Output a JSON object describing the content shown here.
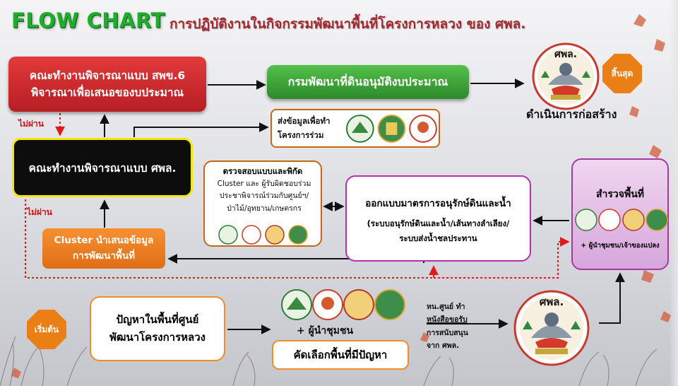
{
  "title": {
    "main": "FLOW CHART",
    "sub": "การปฏิบัติงานในกิจกรรมพัฒนาพื้นที่โครงการหลวง ของ ศพล."
  },
  "boxes": {
    "design_committee_top_line1": "คณะทำงานพิจารณาแบบ สพข.6",
    "design_committee_top_line2": "พิจารณาเพื่อเสนอของบประมาณ",
    "ldd_budget": "กรมพัฒนาที่ดินอนุมัติงบประมาณ",
    "design_committee_center": "คณะทำงานพิจารณาแบบ ศพล.",
    "send_data_line1": "ส่งข้อมูลเพื่อทำ",
    "send_data_line2": "โครงการร่วม",
    "cluster_present_line1": "Cluster นำเสนอข้อมูล",
    "cluster_present_line2": "การพัฒนาพื้นที่",
    "check_title": "ตรวจสอบแบบและพิกัด",
    "check_body_line1": "Cluster และ ผู้รับผิดชอบร่วม",
    "check_body_line2": "ประชาพิจารณ์ร่วมกับศูนย์ฯ/",
    "check_body_line3": "ป่าไม้/อุทยาน/เกษตรกร",
    "design_title": "ออกแบบมาตรการอนุรักษ์ดินและน้ำ",
    "design_body_line1": "(ระบบอนุรักษ์ดินและน้ำ/เส้นทางลำเลียง/",
    "design_body_line2": "ระบบส่งน้ำชลประทาน",
    "survey_title": "สำรวจพื้นที่",
    "survey_sub": "+ ผู้นำชุมชน/เจ้าของแปลง",
    "problem_line1": "ปัญหาในพื้นที่ศูนย์",
    "problem_line2": "พัฒนาโครงการหลวง",
    "select_area": "คัดเลือกพื้นที่มีปัญหา",
    "community_plus": "+ ผู้นำชุมชน"
  },
  "labels": {
    "end": "สิ้นสุด",
    "start": "เริ่มต้น",
    "construct": "ดำเนินการก่อสร้าง",
    "not_pass_1": "ไม่ผ่าน",
    "not_pass_2": "ไม่ผ่าน",
    "doc_line1": "หน.ศูนย์ ทำ",
    "doc_line2": "หนังสือขอรับ",
    "doc_line3": "การสนับสนุน",
    "doc_line4": "จาก ศพล."
  },
  "logo_text": {
    "spl": "ศพล."
  },
  "colors": {
    "title_green": "#1fae2c",
    "title_red": "#a4282f",
    "red_box": "#c8262b",
    "green_box": "#3ea63a",
    "orange": "#ea7f16",
    "purple_border": "#b630b0",
    "dashed_red": "#e11a1a"
  }
}
